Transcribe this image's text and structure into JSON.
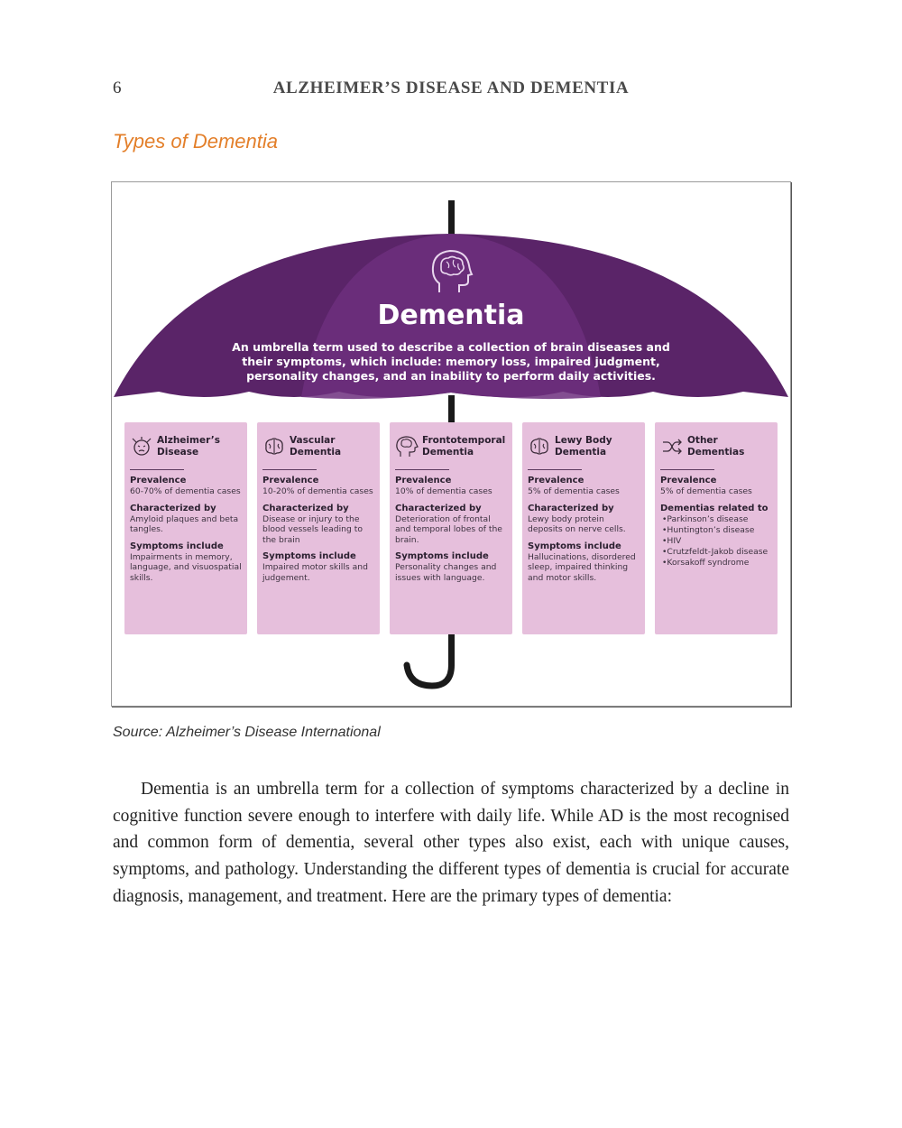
{
  "header": {
    "page_number": "6",
    "running_head": "ALZHEIMER’S DISEASE AND DEMENTIA"
  },
  "section_title": "Types of Dementia",
  "figure": {
    "title": "Dementia",
    "description": "An umbrella term used to describe a collection of brain diseases and their symptoms, which include: memory loss, impaired judgment, personality changes, and an inability to perform daily activities.",
    "colors": {
      "canopy": "#5a2468",
      "canopy_center": "#6c2e7c",
      "card": "#e6bfdc",
      "handle": "#1a1a1a"
    },
    "cards": [
      {
        "icon": "confused-face-icon",
        "title": "Alzheimer’s Disease",
        "prevalence_label": "Prevalence",
        "prevalence": "60-70% of dementia cases",
        "characterized_label": "Characterized by",
        "characterized": "Amyloid plaques and beta tangles.",
        "symptoms_label": "Symptoms include",
        "symptoms": "Impairments in memory, language, and visuospatial skills."
      },
      {
        "icon": "brain-icon",
        "title": "Vascular Dementia",
        "prevalence_label": "Prevalence",
        "prevalence": "10-20% of dementia cases",
        "characterized_label": "Characterized by",
        "characterized": "Disease or injury to the blood vessels leading to the brain",
        "symptoms_label": "Symptoms include",
        "symptoms": "Impaired motor skills and judgement."
      },
      {
        "icon": "brain-head-icon",
        "title": "Frontotemporal Dementia",
        "prevalence_label": "Prevalence",
        "prevalence": "10% of dementia cases",
        "characterized_label": "Characterized by",
        "characterized": "Deterioration of frontal and temporal lobes of the brain.",
        "symptoms_label": "Symptoms include",
        "symptoms": "Personality changes and issues with language."
      },
      {
        "icon": "brain-icon",
        "title": "Lewy Body Dementia",
        "prevalence_label": "Prevalence",
        "prevalence": "5% of dementia cases",
        "characterized_label": "Characterized by",
        "characterized": "Lewy body protein deposits on nerve cells.",
        "symptoms_label": "Symptoms include",
        "symptoms": "Hallucinations, disordered sleep, impaired thinking and motor skills."
      },
      {
        "icon": "shuffle-icon",
        "title": "Other Dementias",
        "prevalence_label": "Prevalence",
        "prevalence": "5% of dementia cases",
        "related_label": "Dementias related to",
        "related": [
          "Parkinson’s disease",
          "Huntington’s disease",
          "HIV",
          "Crutzfeldt-Jakob disease",
          "Korsakoff syndrome"
        ]
      }
    ]
  },
  "source": "Source: Alzheimer’s Disease International",
  "body_paragraph": "Dementia is an umbrella term for a collection of symptoms characterized by a decline in cognitive function severe enough to interfere with daily life. While AD is the most recognised and common form of dementia, several other types also exist, each with unique causes, symptoms, and pathology. Understanding the different types of dementia is crucial for accurate diagnosis, management, and treatment. Here are the primary types of dementia:"
}
